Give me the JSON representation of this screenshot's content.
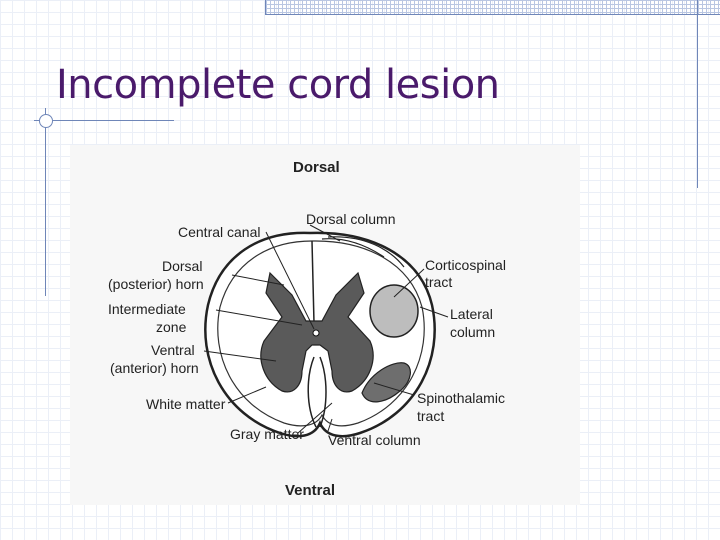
{
  "slide": {
    "title": "Incomplete cord lesion"
  },
  "diagram": {
    "dorsal": "Dorsal",
    "ventral": "Ventral",
    "labels": {
      "central_canal": "Central canal",
      "dorsal_column": "Dorsal column",
      "dorsal_horn_1": "Dorsal",
      "dorsal_horn_2": "(posterior) horn",
      "intermediate_zone_1": "Intermediate",
      "intermediate_zone_2": "zone",
      "ventral_horn_1": "Ventral",
      "ventral_horn_2": "(anterior) horn",
      "white_matter": "White matter",
      "gray_matter": "Gray matter",
      "ventral_column": "Ventral column",
      "corticospinal_1": "Corticospinal",
      "corticospinal_2": "tract",
      "lateral_column_1": "Lateral",
      "lateral_column_2": "column",
      "spinothalamic_1": "Spinothalamic",
      "spinothalamic_2": "tract"
    }
  },
  "colors": {
    "title": "#4a1a6b",
    "gray_matter": "#5a5a5a",
    "tract_light": "#bdbdbd",
    "tract_dark": "#6e6e6e"
  }
}
